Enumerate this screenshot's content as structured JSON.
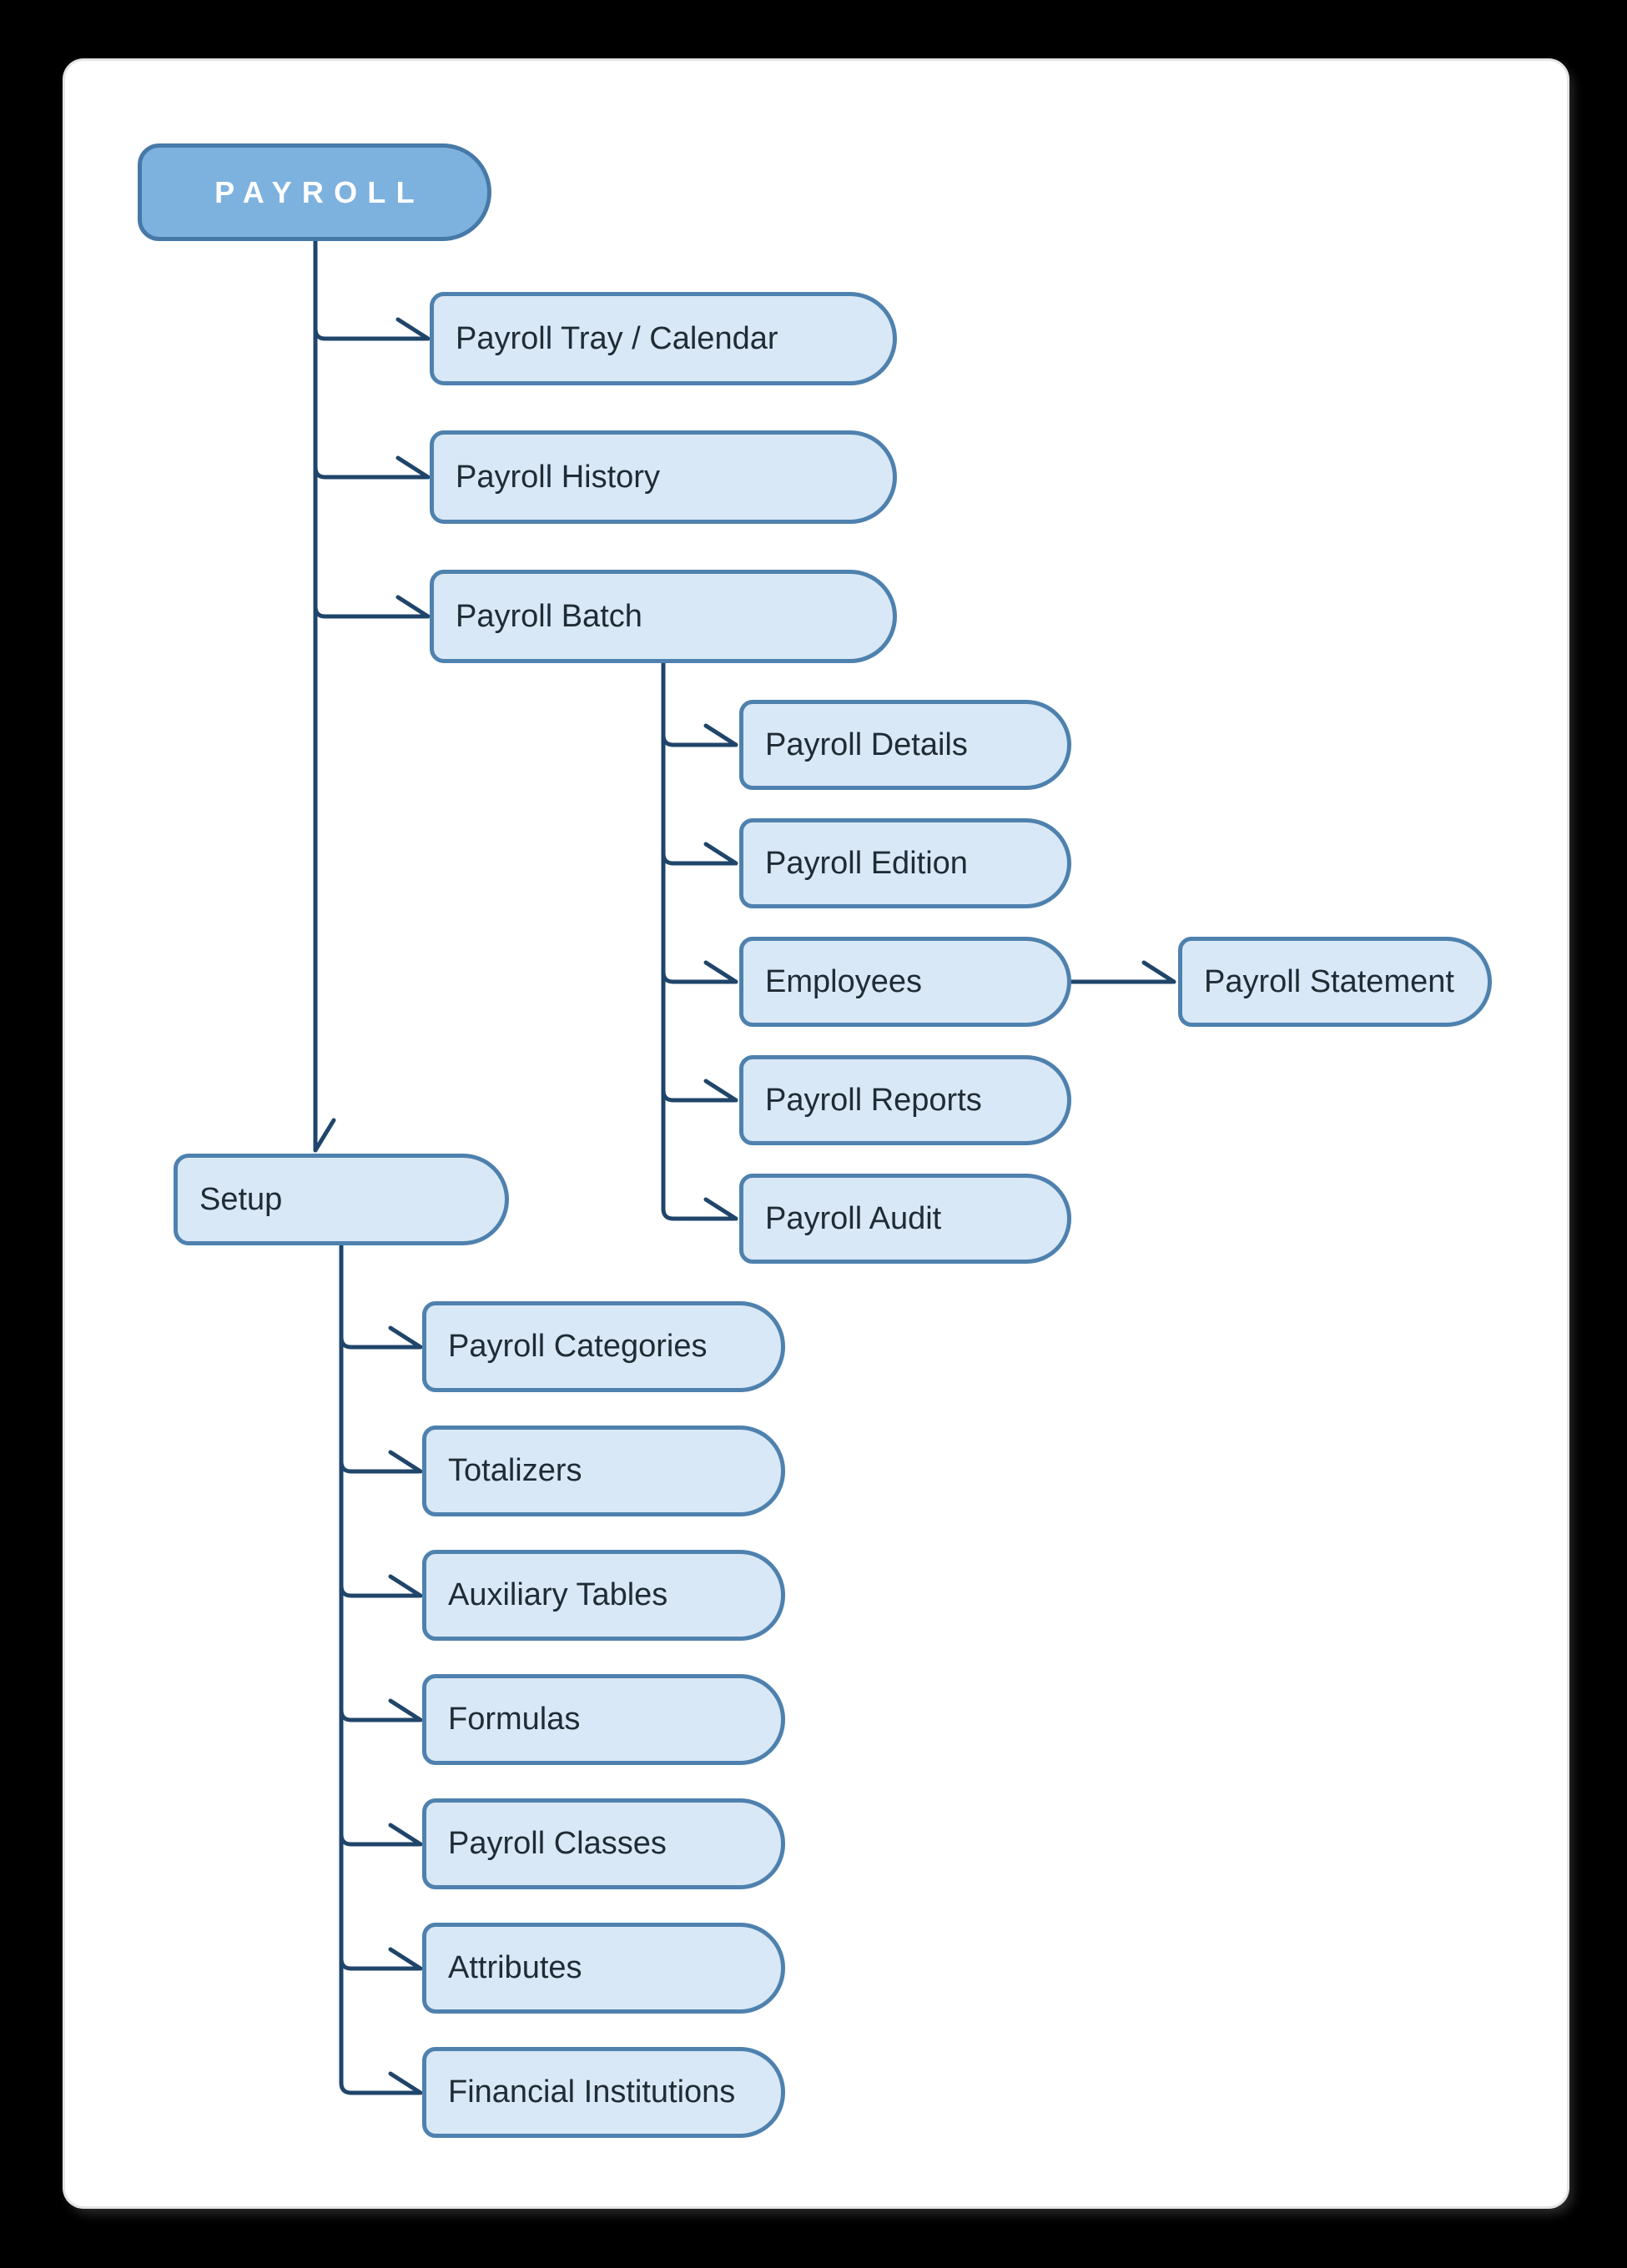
{
  "diagram": {
    "title": "Payroll menu structure diagram",
    "colors": {
      "page_background": "#000000",
      "card_background": "#ffffff",
      "root_fill": "#7eb2de",
      "root_border": "#4779a8",
      "root_text": "#ffffff",
      "node_fill": "#d9e8f6",
      "node_border": "#4e81ae",
      "node_text": "#1f2b35",
      "connector": "#20456a"
    },
    "nodes": {
      "root": {
        "label": "PAYROLL"
      },
      "tray": {
        "label": "Payroll Tray / Calendar"
      },
      "history": {
        "label": "Payroll History"
      },
      "batch": {
        "label": "Payroll Batch"
      },
      "details": {
        "label": "Payroll Details"
      },
      "edition": {
        "label": "Payroll Edition"
      },
      "employees": {
        "label": "Employees"
      },
      "statement": {
        "label": "Payroll Statement"
      },
      "reports": {
        "label": "Payroll Reports"
      },
      "audit": {
        "label": "Payroll Audit"
      },
      "setup": {
        "label": "Setup"
      },
      "categories": {
        "label": "Payroll Categories"
      },
      "totalizers": {
        "label": "Totalizers"
      },
      "auxiliary": {
        "label": "Auxiliary Tables"
      },
      "formulas": {
        "label": "Formulas"
      },
      "classes": {
        "label": "Payroll Classes"
      },
      "attributes": {
        "label": "Attributes"
      },
      "financial": {
        "label": "Financial Institutions"
      }
    },
    "edges": [
      {
        "from": "PAYROLL",
        "to": "Payroll Tray / Calendar"
      },
      {
        "from": "PAYROLL",
        "to": "Payroll History"
      },
      {
        "from": "PAYROLL",
        "to": "Payroll Batch"
      },
      {
        "from": "PAYROLL",
        "to": "Setup"
      },
      {
        "from": "Payroll Batch",
        "to": "Payroll Details"
      },
      {
        "from": "Payroll Batch",
        "to": "Payroll Edition"
      },
      {
        "from": "Payroll Batch",
        "to": "Employees"
      },
      {
        "from": "Payroll Batch",
        "to": "Payroll Reports"
      },
      {
        "from": "Payroll Batch",
        "to": "Payroll Audit"
      },
      {
        "from": "Employees",
        "to": "Payroll Statement"
      },
      {
        "from": "Setup",
        "to": "Payroll Categories"
      },
      {
        "from": "Setup",
        "to": "Totalizers"
      },
      {
        "from": "Setup",
        "to": "Auxiliary Tables"
      },
      {
        "from": "Setup",
        "to": "Formulas"
      },
      {
        "from": "Setup",
        "to": "Payroll Classes"
      },
      {
        "from": "Setup",
        "to": "Attributes"
      },
      {
        "from": "Setup",
        "to": "Financial Institutions"
      }
    ]
  }
}
